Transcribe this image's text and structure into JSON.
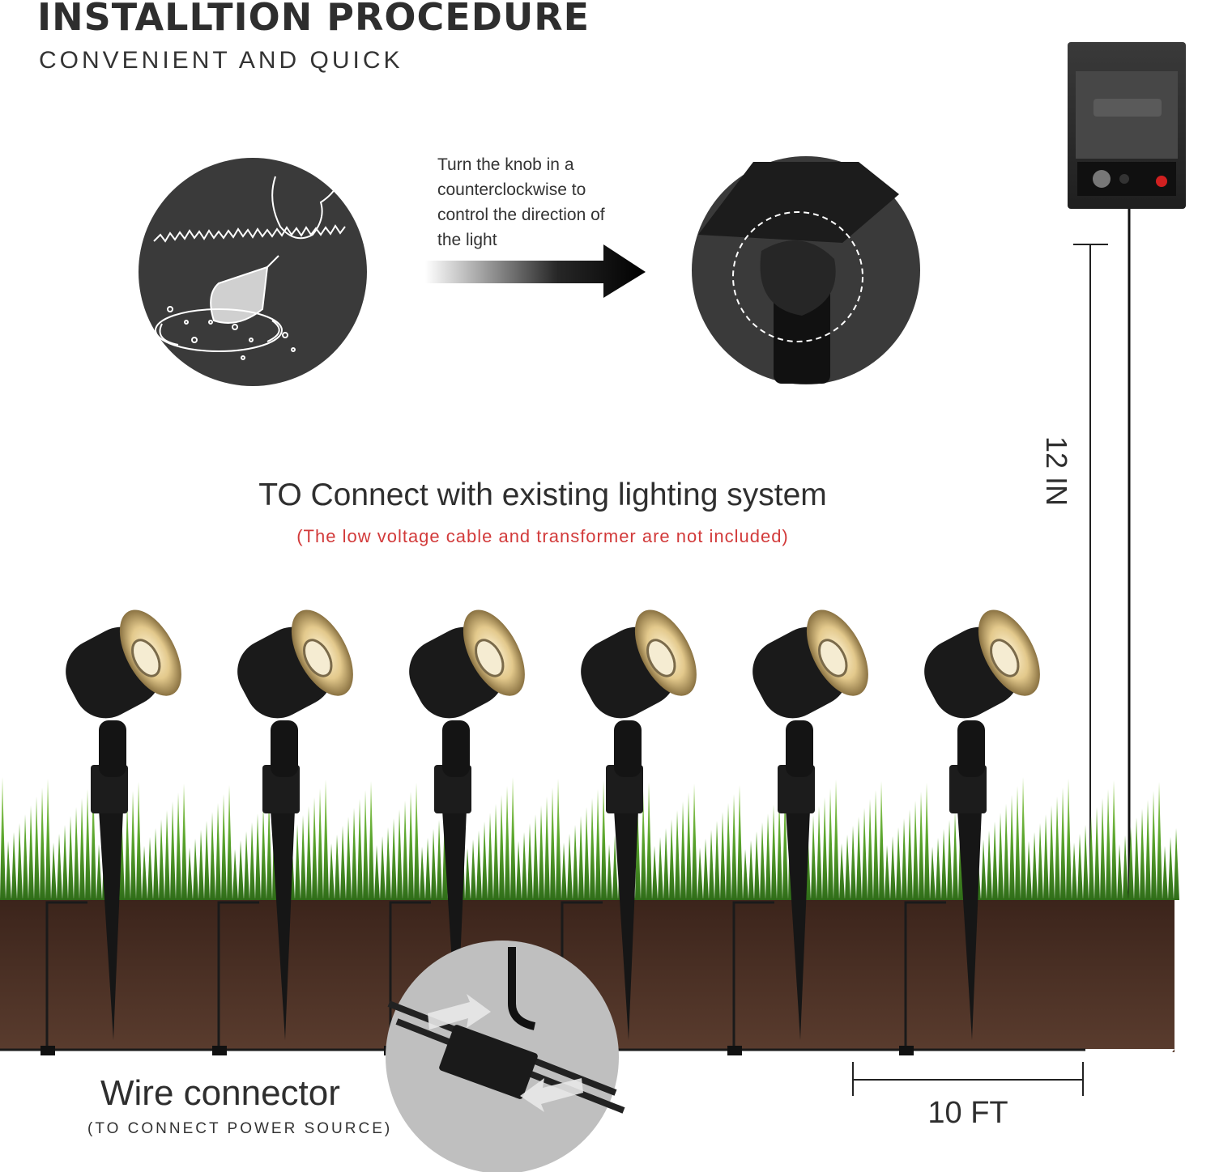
{
  "header": {
    "title": "INSTALLTION PROCEDURE",
    "subtitle": "CONVENIENT AND QUICK"
  },
  "steps": {
    "knob_instruction": "Turn the knob in a counterclockwise to control the direction of the light"
  },
  "connect": {
    "title": "TO Connect with existing lighting system",
    "note": "(The low voltage cable and transformer are not included)"
  },
  "wire_connector": {
    "title": "Wire connector",
    "note": "(TO CONNECT POWER SOURCE)"
  },
  "dimensions": {
    "height": "12 IN",
    "spacing": "10 FT"
  },
  "colors": {
    "accent_red": "#d23a3a",
    "soil": "#4a3025",
    "grass": "#4f9a2a",
    "fixture": "#1a1a1a",
    "warm_glow": "#e8d19a"
  },
  "icons": {
    "dig": "trowel-digging-icon",
    "rotate": "rotate-knob-icon",
    "arrow": "right-arrow-icon"
  }
}
